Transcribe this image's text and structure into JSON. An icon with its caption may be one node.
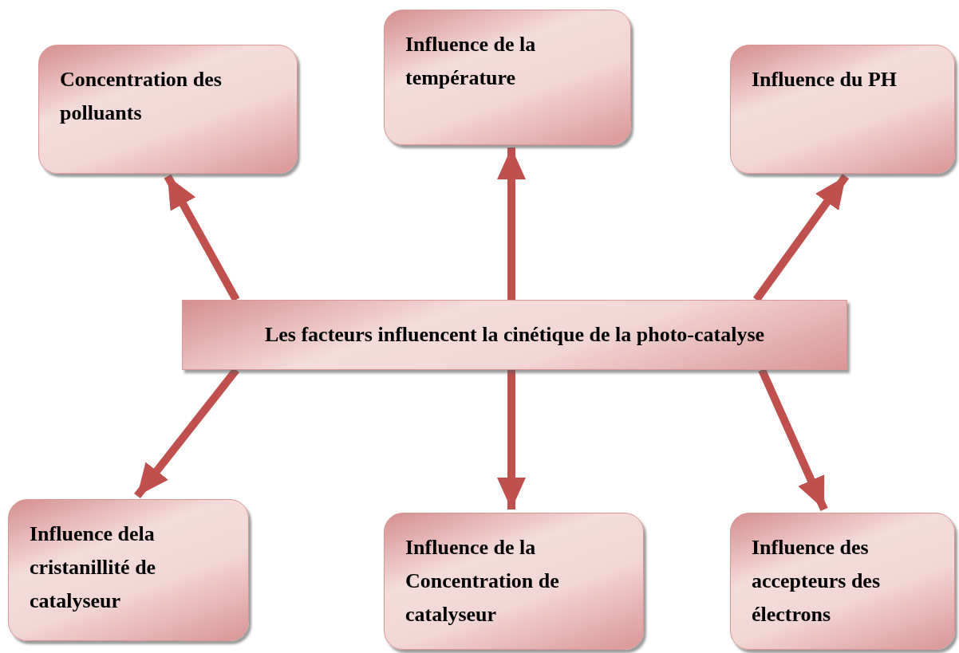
{
  "diagram": {
    "nodes": [
      {
        "text": [
          "Concentration des polluants"
        ]
      },
      {
        "text": [
          "Influence de la température"
        ]
      },
      {
        "text": [
          "Influence du PH"
        ]
      },
      {
        "text": [
          "Les facteurs influencent la cinétique de la photo-catalyse"
        ]
      },
      {
        "text": [
          "Influence dela cristanillité de catalyseur"
        ]
      },
      {
        "text": [
          "Influence de la Concentration de catalyseur"
        ]
      },
      {
        "text": [
          "Influence des accepteurs des électrons"
        ]
      }
    ],
    "edges": [
      {
        "from": 3,
        "to": 0,
        "arrow": "to"
      },
      {
        "from": 3,
        "to": 1,
        "arrow": "to"
      },
      {
        "from": 3,
        "to": 2,
        "arrow": "to"
      },
      {
        "from": 3,
        "to": 4,
        "arrow": "to"
      },
      {
        "from": 3,
        "to": 5,
        "arrow": "to"
      },
      {
        "from": 3,
        "to": 6,
        "arrow": "to"
      }
    ]
  }
}
